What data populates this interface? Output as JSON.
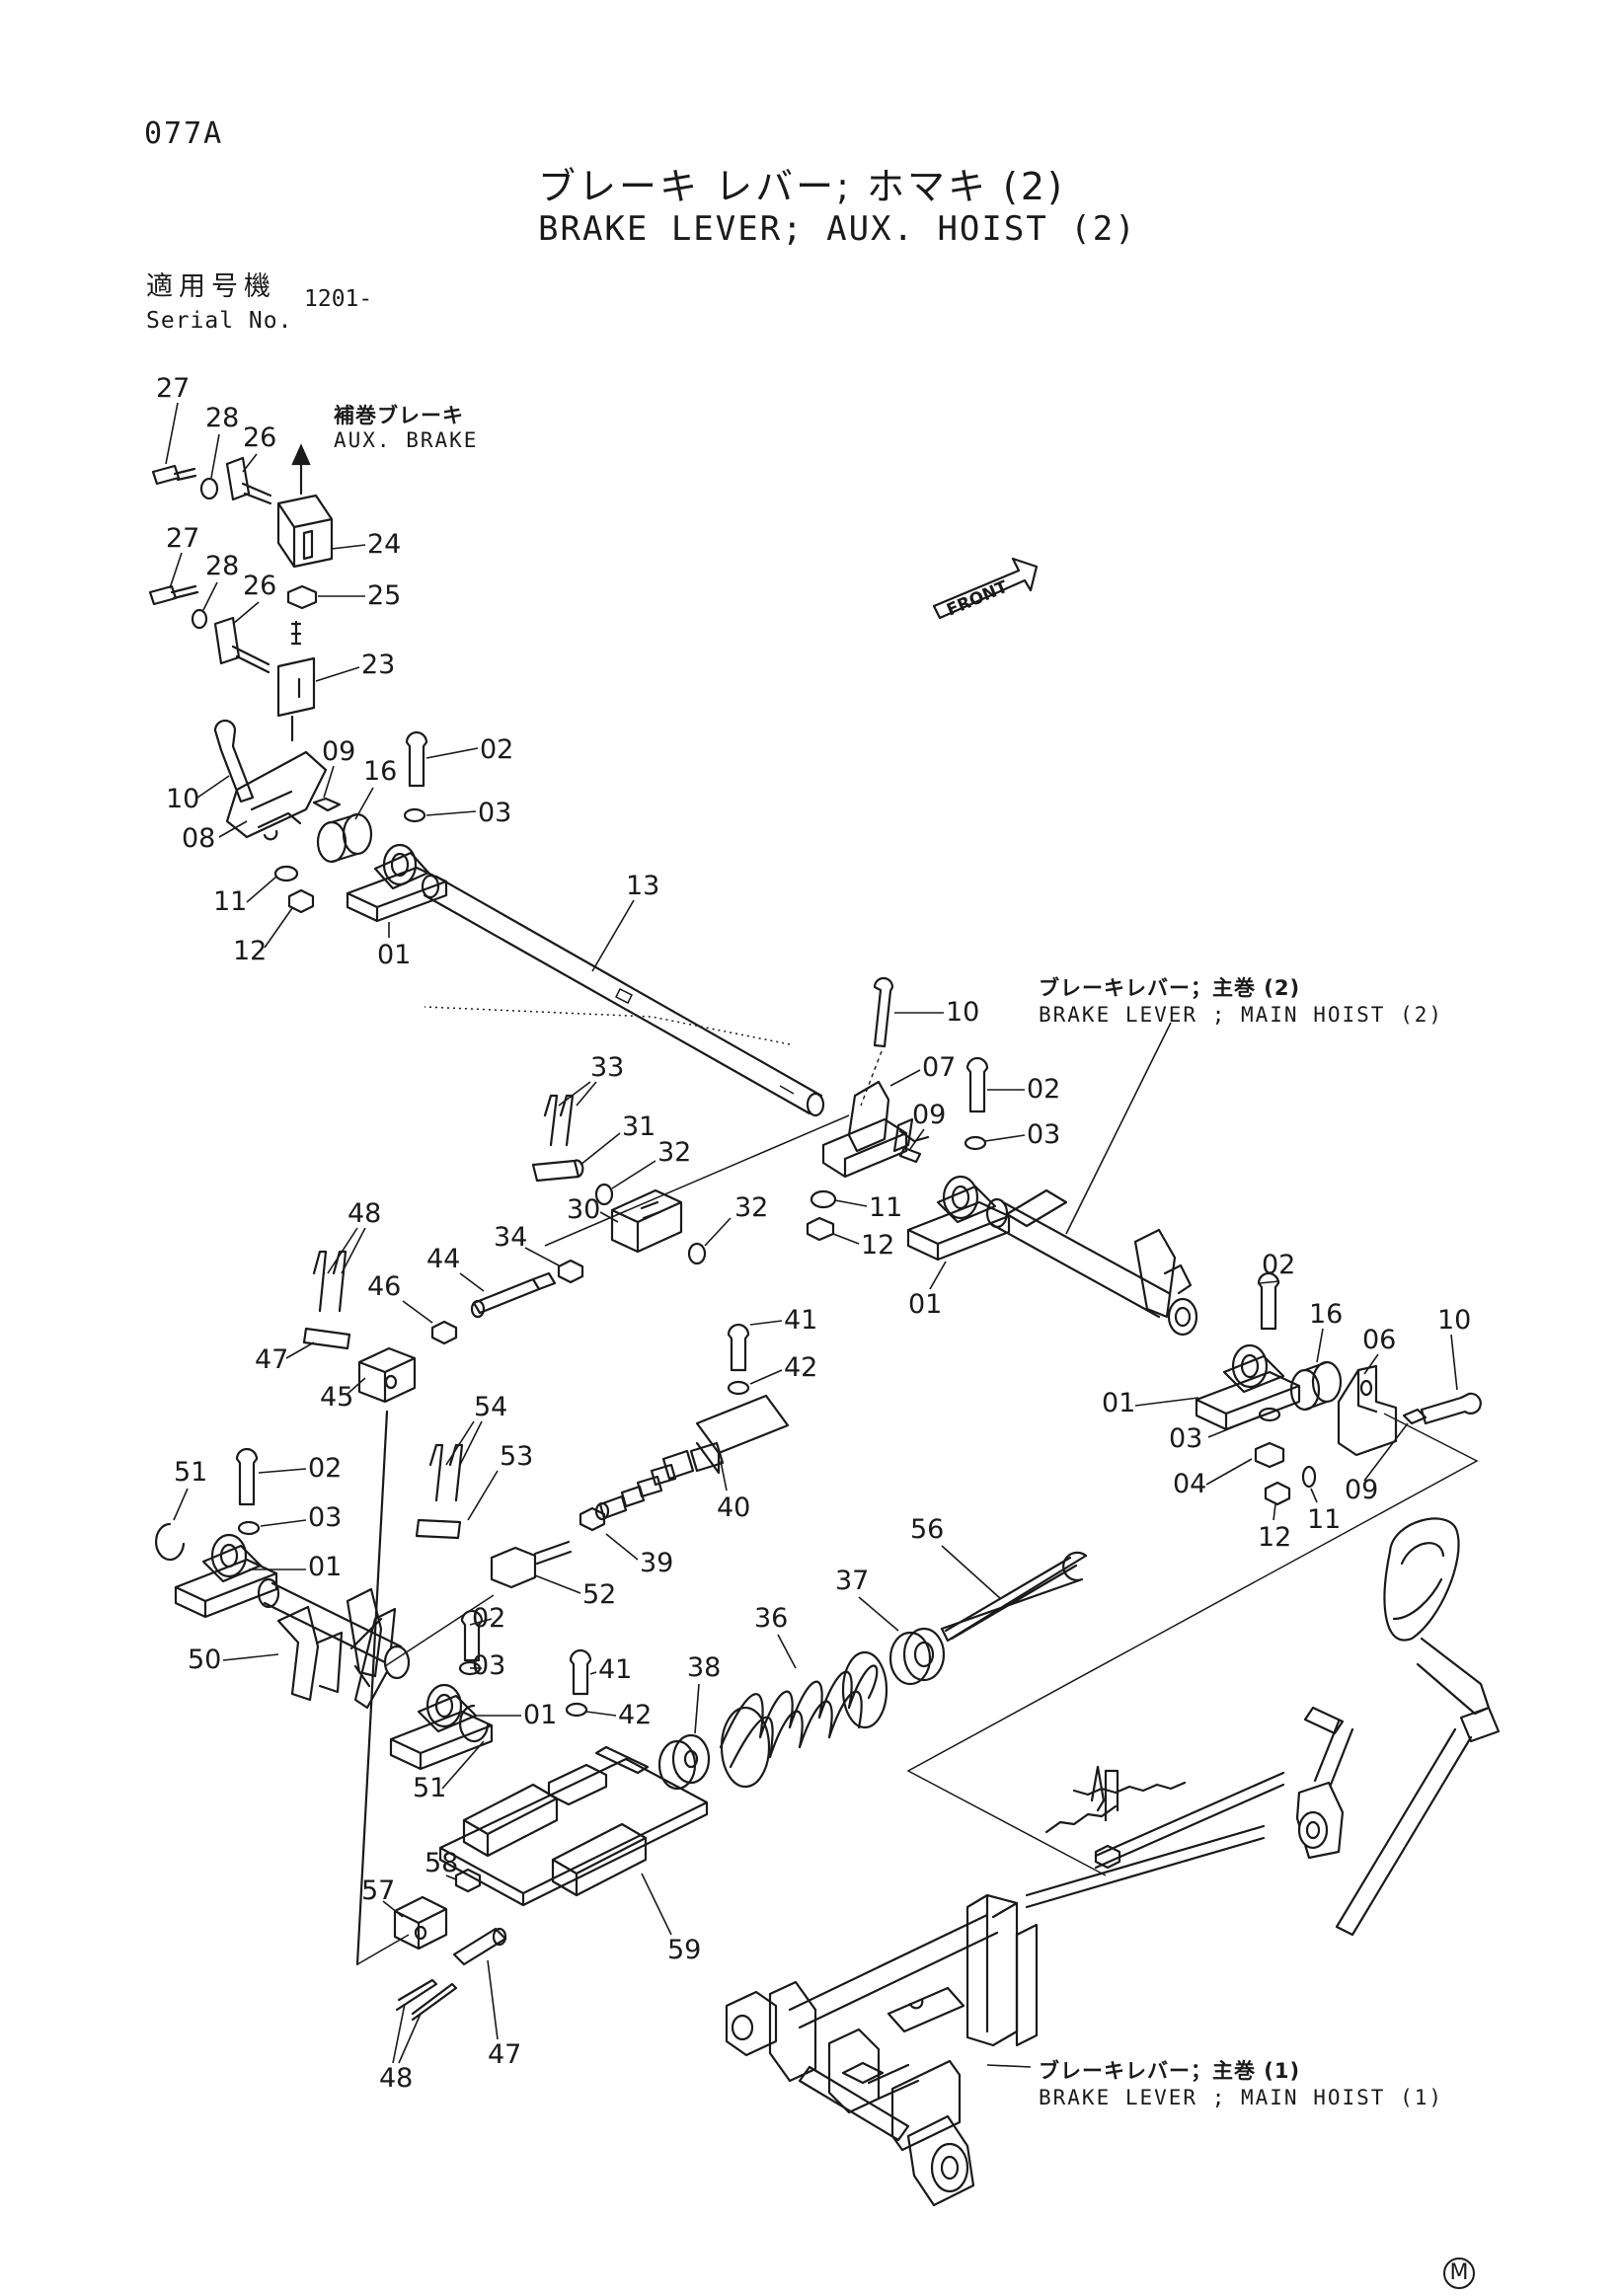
{
  "header": {
    "page_code": "077A",
    "title_jp": "ブレーキ レバー; ホマキ (2)",
    "title_en": "BRAKE LEVER; AUX. HOIST (2)",
    "serial_label_jp": "適用号機",
    "serial_label_en": "Serial No.",
    "serial_value": "1201-"
  },
  "notes": {
    "aux_brake_jp": "補巻ブレーキ",
    "aux_brake_en": "AUX. BRAKE",
    "main_hoist_2_jp": "ブレーキレバー；主巻 (2)",
    "main_hoist_2_en": "BRAKE LEVER ; MAIN HOIST (2)",
    "main_hoist_1_jp": "ブレーキレバー；主巻 (1)",
    "main_hoist_1_en": "BRAKE LEVER ; MAIN HOIST (1)",
    "front_label": "FRONT"
  },
  "footer": {
    "mark": "M"
  },
  "callouts": [
    "27",
    "28",
    "26",
    "24",
    "27",
    "28",
    "26",
    "25",
    "23",
    "10",
    "09",
    "16",
    "02",
    "03",
    "08",
    "11",
    "12",
    "01",
    "13",
    "10",
    "07",
    "09",
    "02",
    "03",
    "11",
    "12",
    "01",
    "33",
    "31",
    "32",
    "30",
    "32",
    "34",
    "44",
    "46",
    "48",
    "47",
    "45",
    "41",
    "42",
    "40",
    "02",
    "16",
    "06",
    "10",
    "01",
    "03",
    "04",
    "09",
    "12",
    "11",
    "54",
    "53",
    "51",
    "02",
    "03",
    "01",
    "39",
    "52",
    "56",
    "37",
    "36",
    "38",
    "50",
    "02",
    "03",
    "01",
    "41",
    "42",
    "51",
    "57",
    "58",
    "59",
    "48",
    "47"
  ]
}
